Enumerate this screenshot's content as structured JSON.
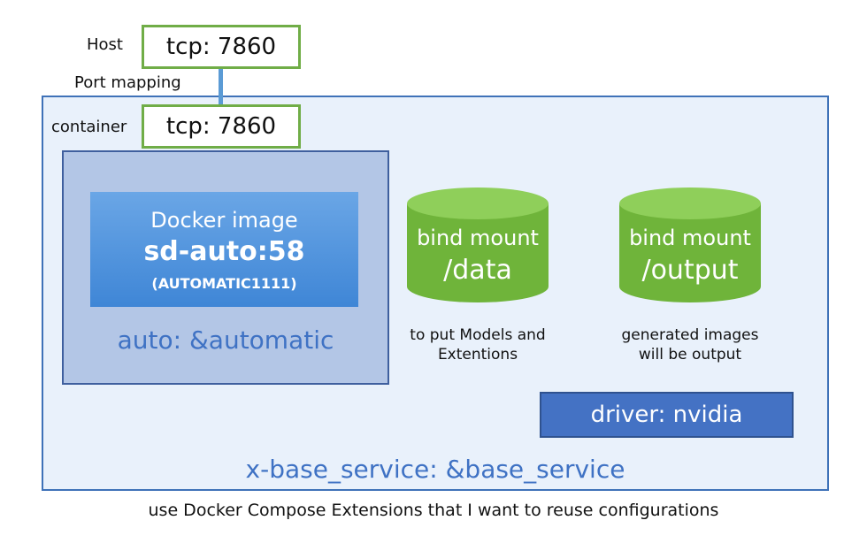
{
  "host": {
    "label": "Host",
    "tcp": "tcp: 7860"
  },
  "port_mapping": "Port mapping",
  "container": {
    "label": "container",
    "tcp": "tcp: 7860"
  },
  "auto": {
    "label": "auto: &automatic",
    "docker": {
      "title": "Docker image",
      "name": "sd-auto:58",
      "subtitle": "(AUTOMATIC1111)"
    }
  },
  "mounts": [
    {
      "line1": "bind mount",
      "line2": "/data",
      "caption": [
        "to put Models and",
        "Extentions"
      ]
    },
    {
      "line1": "bind mount",
      "line2": "/output",
      "caption": [
        "generated images",
        "will be output"
      ]
    }
  ],
  "driver": "driver: nvidia",
  "base_service": "x-base_service: &base_service",
  "footer": "use Docker Compose Extensions that I want to reuse configurations",
  "colors": {
    "green_border": "#70ad47",
    "cylinder": "#6fb43a",
    "accent_blue": "#3f72c4"
  }
}
